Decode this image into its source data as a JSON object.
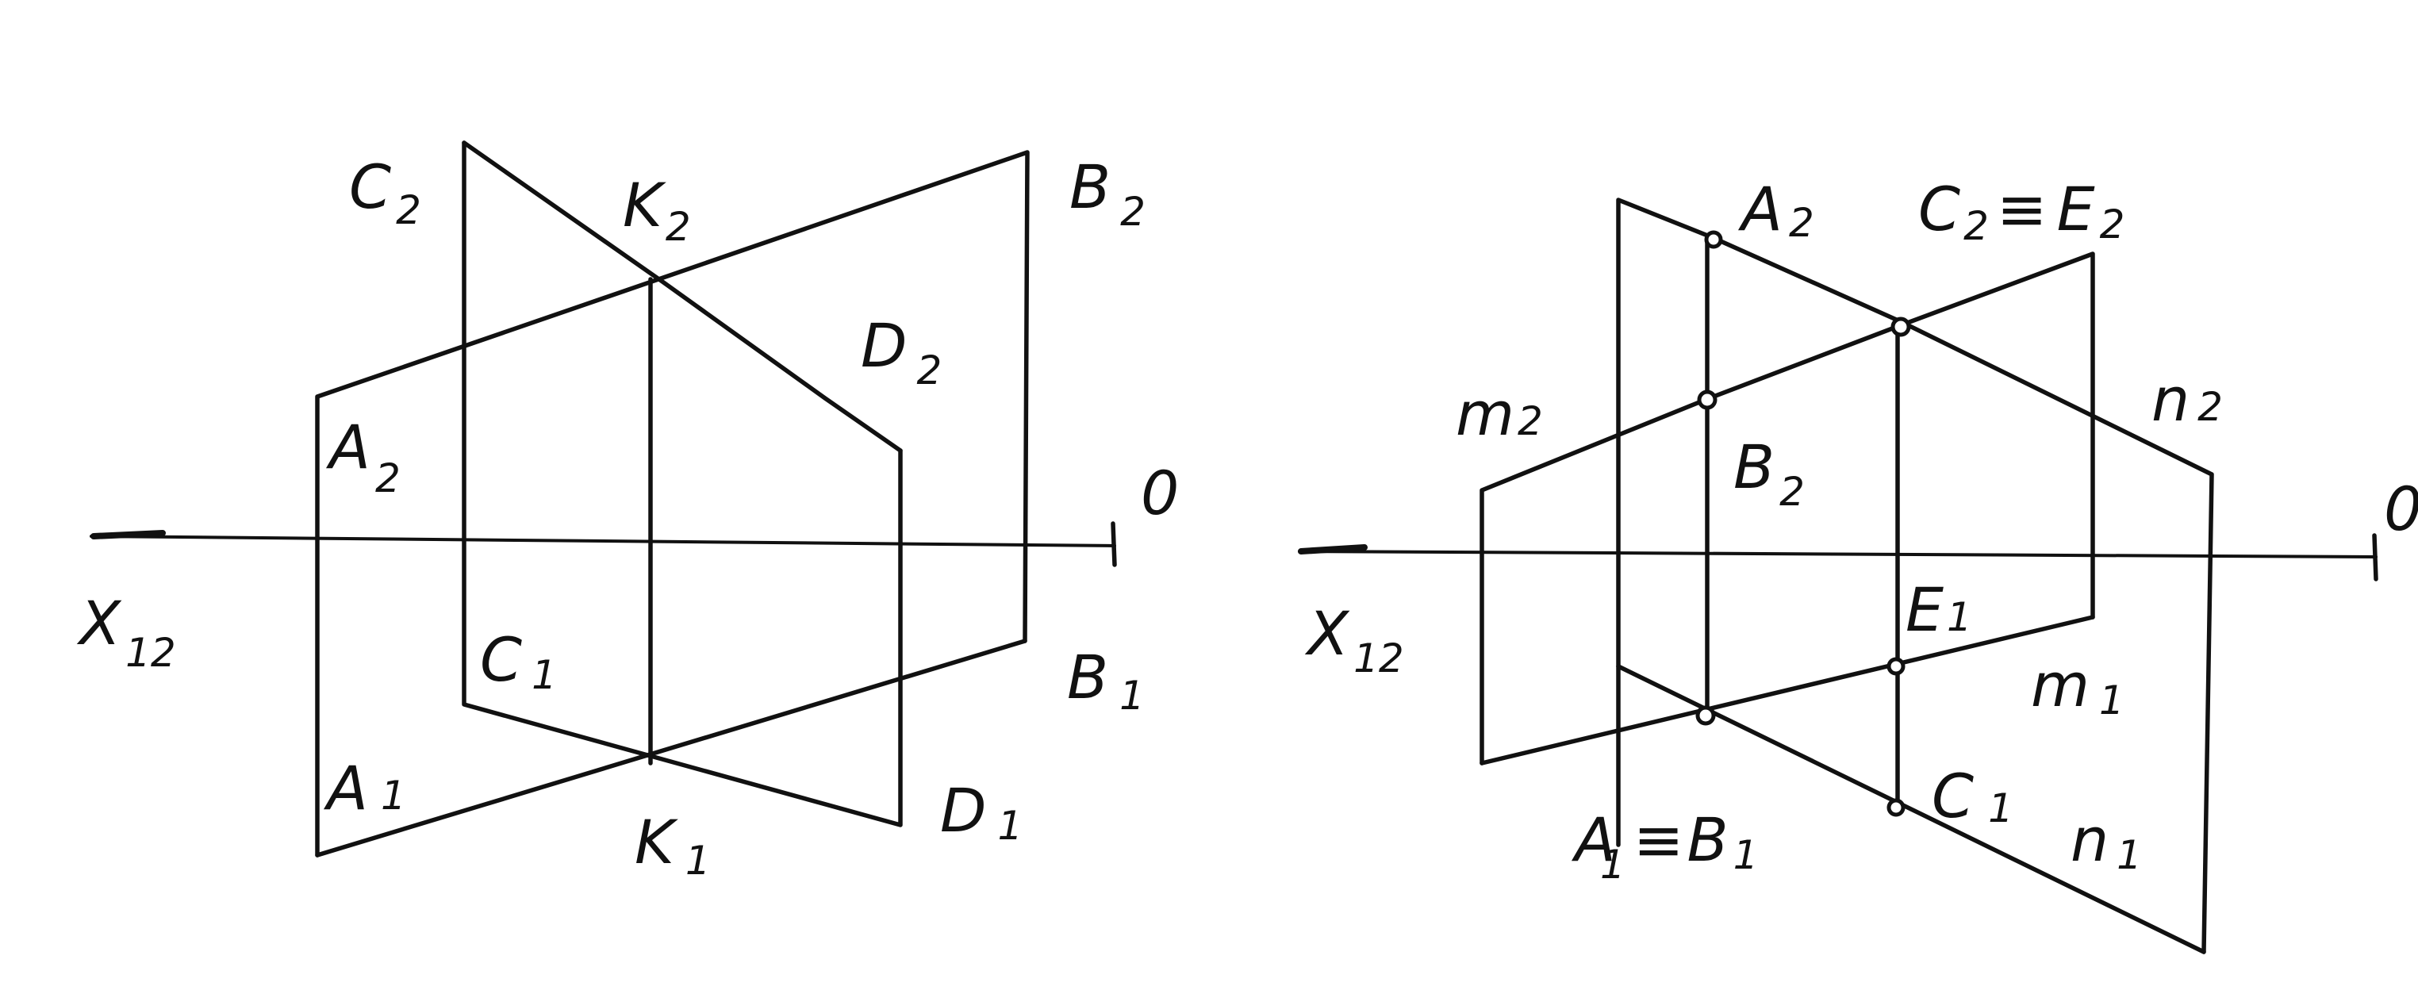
{
  "left": {
    "axis": {
      "label": "X",
      "sub": "12",
      "origin": "0"
    },
    "labels": [
      {
        "id": "C2",
        "main": "C",
        "sub": "2"
      },
      {
        "id": "K2",
        "main": "K",
        "sub": "2"
      },
      {
        "id": "B2",
        "main": "B",
        "sub": "2"
      },
      {
        "id": "D2",
        "main": "D",
        "sub": "2"
      },
      {
        "id": "A2",
        "main": "A",
        "sub": "2"
      },
      {
        "id": "C1",
        "main": "C",
        "sub": "1"
      },
      {
        "id": "B1",
        "main": "B",
        "sub": "1"
      },
      {
        "id": "A1",
        "main": "A",
        "sub": "1"
      },
      {
        "id": "K1",
        "main": "K",
        "sub": "1"
      },
      {
        "id": "D1",
        "main": "D",
        "sub": "1"
      }
    ]
  },
  "right": {
    "axis": {
      "label": "X",
      "sub": "12",
      "origin": "0"
    },
    "labels": [
      {
        "id": "A2",
        "main": "A",
        "sub": "2"
      },
      {
        "id": "C2E2",
        "main": "C",
        "sub": "2",
        "eq": "≡",
        "main2": "E",
        "sub2": "2"
      },
      {
        "id": "m2",
        "main": "m",
        "sub": "2"
      },
      {
        "id": "n2",
        "main": "n",
        "sub": "2"
      },
      {
        "id": "B2",
        "main": "B",
        "sub": "2"
      },
      {
        "id": "E1",
        "main": "E",
        "sub": "1"
      },
      {
        "id": "m1",
        "main": "m",
        "sub": "1"
      },
      {
        "id": "C1",
        "main": "C",
        "sub": "1"
      },
      {
        "id": "n1",
        "main": "n",
        "sub": "1"
      },
      {
        "id": "A1B1",
        "main": "A",
        "sub": "1",
        "eq": "≡",
        "main2": "B",
        "sub2": "1"
      }
    ]
  }
}
